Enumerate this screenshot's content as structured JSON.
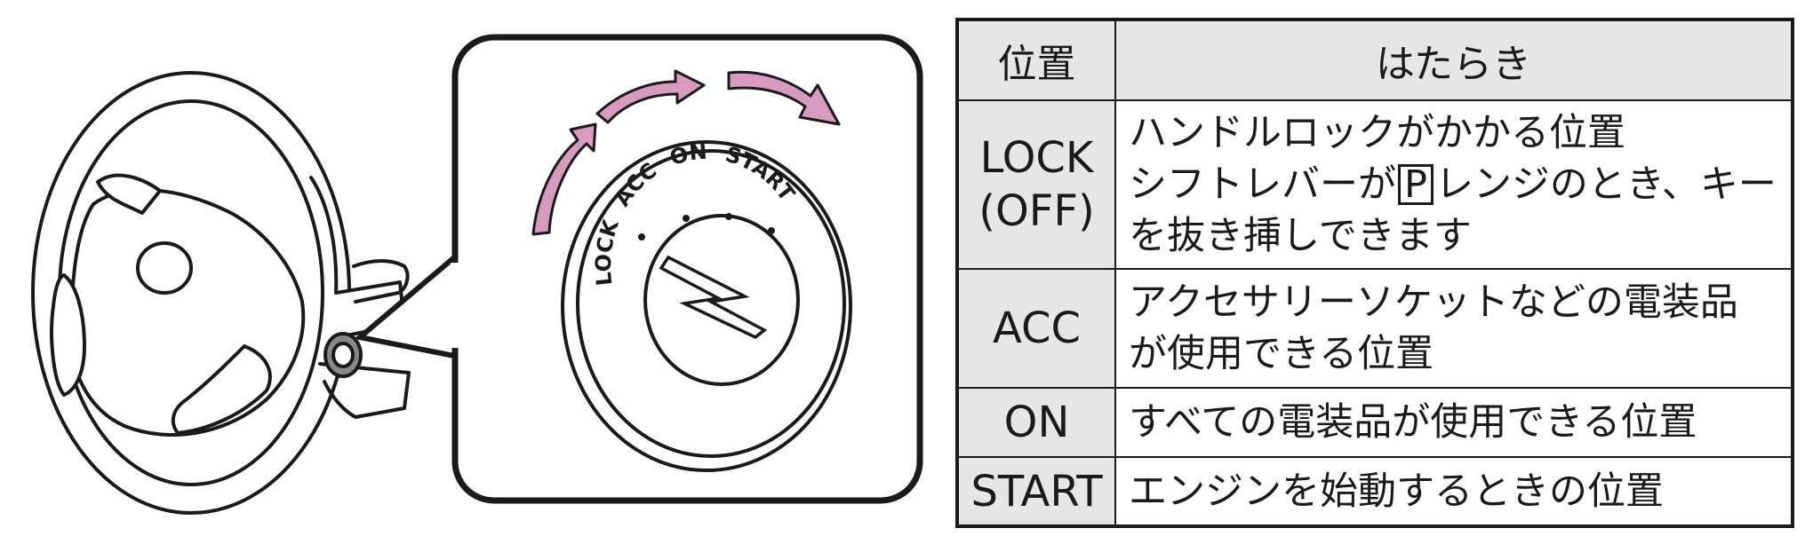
{
  "illustration": {
    "dial_labels": [
      "LOCK",
      "ACC",
      "ON",
      "START"
    ],
    "arrow_color": "#d89bbf",
    "stroke_color": "#1a1a1a"
  },
  "table": {
    "headers": {
      "position": "位置",
      "function": "はたらき"
    },
    "rows": [
      {
        "position": [
          "LOCK",
          "(OFF)"
        ],
        "description": [
          "ハンドルロックがかかる位置",
          "シフトレバーが",
          "P",
          "レンジのとき、キー",
          "を抜き挿しできます"
        ]
      },
      {
        "position": [
          "ACC"
        ],
        "description": [
          "アクセサリーソケットなどの電装品",
          "が使用できる位置"
        ]
      },
      {
        "position": [
          "ON"
        ],
        "description": [
          "すべての電装品が使用できる位置"
        ]
      },
      {
        "position": [
          "START"
        ],
        "description": [
          "エンジンを始動するときの位置"
        ]
      }
    ],
    "header_bg": "#e6e6e6"
  }
}
